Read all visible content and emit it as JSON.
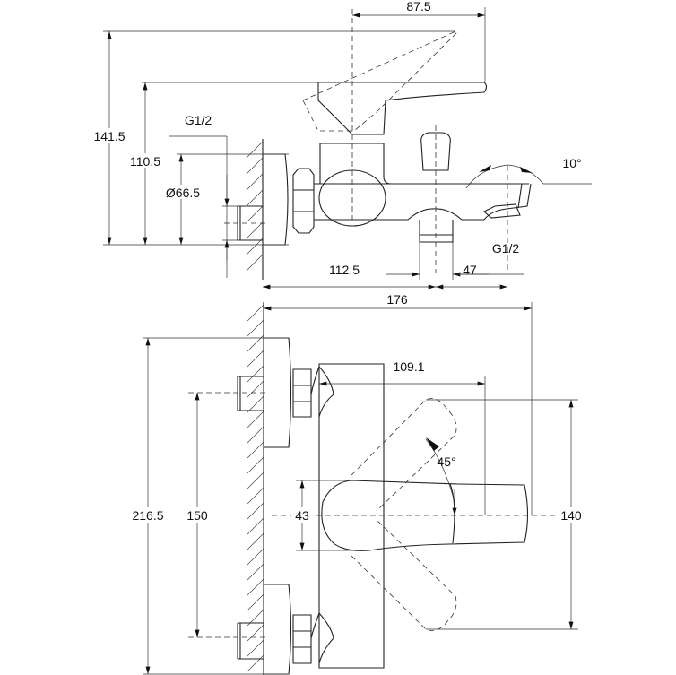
{
  "title": "Bath mixer dimension drawing",
  "side_view": {
    "dims": {
      "spout_reach_lever": "87.5",
      "total_height": "141.5",
      "handle_height": "110.5",
      "flange_diameter": "Ø66.5",
      "inlet_thread": "G1/2",
      "wall_to_outlet": "112.5",
      "outlet_to_spout": "47",
      "outlet_thread": "G1/2",
      "spout_angle": "10°"
    }
  },
  "top_view": {
    "dims": {
      "total_depth": "176",
      "handle_reach": "109.1",
      "total_width": "216.5",
      "inlet_spacing": "150",
      "handle_width": "43",
      "lever_swing_width": "140",
      "lever_angle": "45°"
    }
  }
}
